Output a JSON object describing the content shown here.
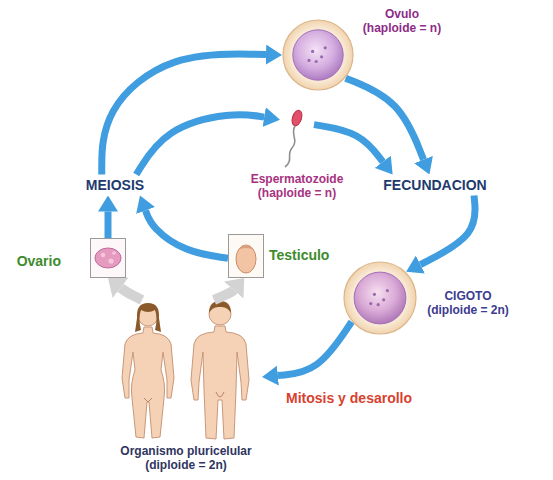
{
  "diagram": {
    "nodes": [
      {
        "text": [
          "Ovulo (haploide = n)"
        ]
      },
      {
        "text": [
          "MEIOSIS"
        ]
      },
      {
        "text": [
          "Espermatozoide (haploide = n)"
        ]
      },
      {
        "text": [
          "FECUNDACION"
        ]
      },
      {
        "text": [
          "Ovario"
        ]
      },
      {
        "text": [
          "Testiculo"
        ]
      },
      {
        "text": [
          "CIGOTO (diploide = 2n)"
        ]
      },
      {
        "text": [
          "Organismo pluricelular (diploide = 2n)"
        ]
      }
    ],
    "edges": [
      {
        "from": 1,
        "to": 0,
        "arrow": "to"
      },
      {
        "from": 1,
        "to": 2,
        "arrow": "to"
      },
      {
        "from": 0,
        "to": 3,
        "arrow": "to"
      },
      {
        "from": 2,
        "to": 3,
        "arrow": "to"
      },
      {
        "from": 3,
        "to": 6,
        "arrow": "to"
      },
      {
        "from": 6,
        "to": 7,
        "label": "Mitosis y desarollo",
        "arrow": "to"
      },
      {
        "from": 4,
        "to": 1,
        "arrow": "to"
      },
      {
        "from": 5,
        "to": 1,
        "arrow": "to"
      },
      {
        "from": 7,
        "to": 4,
        "arrow": "to"
      },
      {
        "from": 7,
        "to": 5,
        "arrow": "to"
      }
    ]
  }
}
